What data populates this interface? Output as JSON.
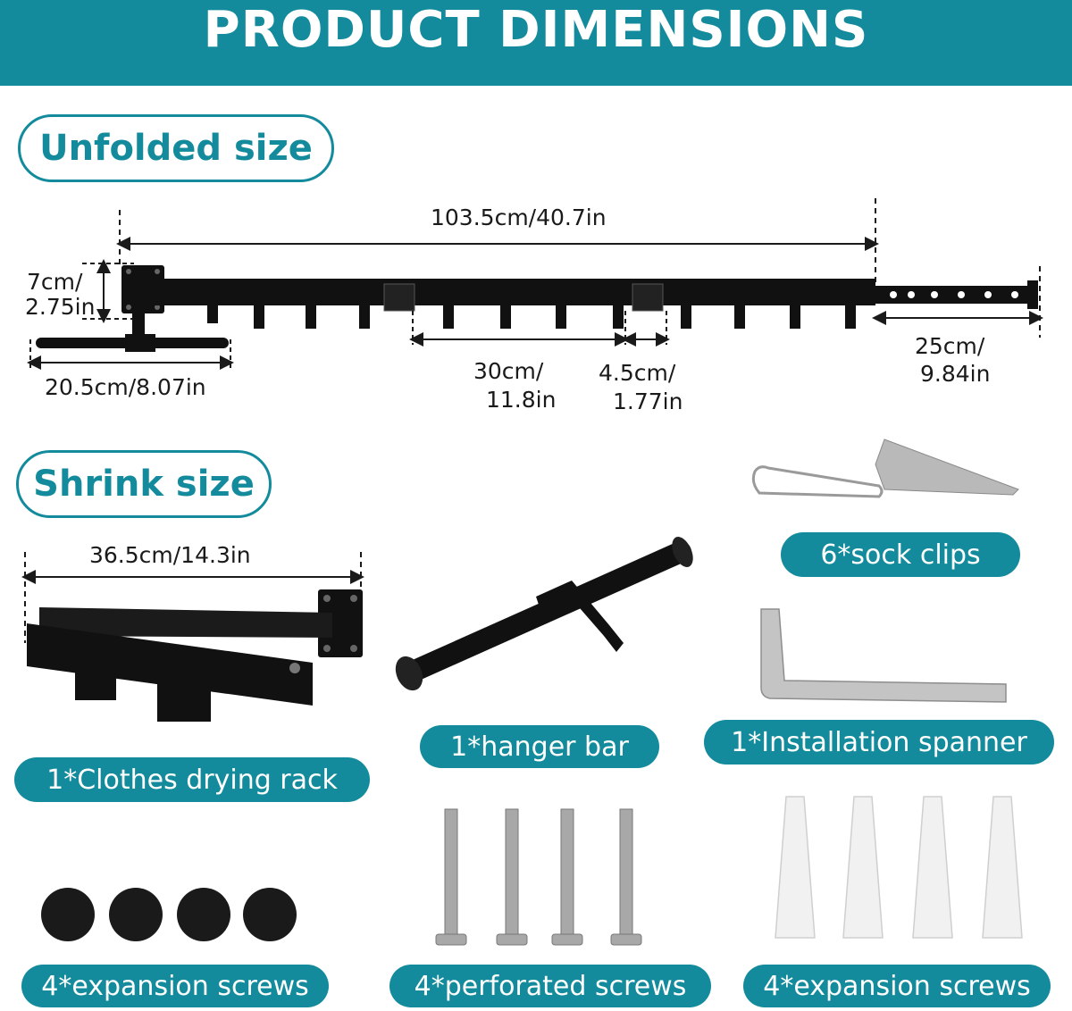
{
  "banner": {
    "title": "PRODUCT DIMENSIONS"
  },
  "sections": {
    "unfolded": "Unfolded size",
    "shrink": "Shrink size"
  },
  "dimensions": {
    "total_length": "103.5cm/40.7in",
    "height_line1": "7cm/",
    "height_line2": "2.75in",
    "bar_length": "20.5cm/8.07in",
    "hook_span_line1": "30cm/",
    "hook_span_line2": "11.8in",
    "joint_line1": "4.5cm/",
    "joint_line2": "1.77in",
    "end_line1": "25cm/",
    "end_line2": "9.84in",
    "folded_length": "36.5cm/14.3in"
  },
  "parts": {
    "sock_clips": "6*sock clips",
    "hanger_bar": "1*hanger bar",
    "spanner": "1*Installation spanner",
    "rack": "1*Clothes drying rack",
    "caps": "4*expansion screws",
    "perforated": "4*perforated screws",
    "anchors": "4*expansion screws"
  },
  "colors": {
    "teal": "#138b9c",
    "black": "#111111",
    "metal": "#b9b9b9"
  }
}
